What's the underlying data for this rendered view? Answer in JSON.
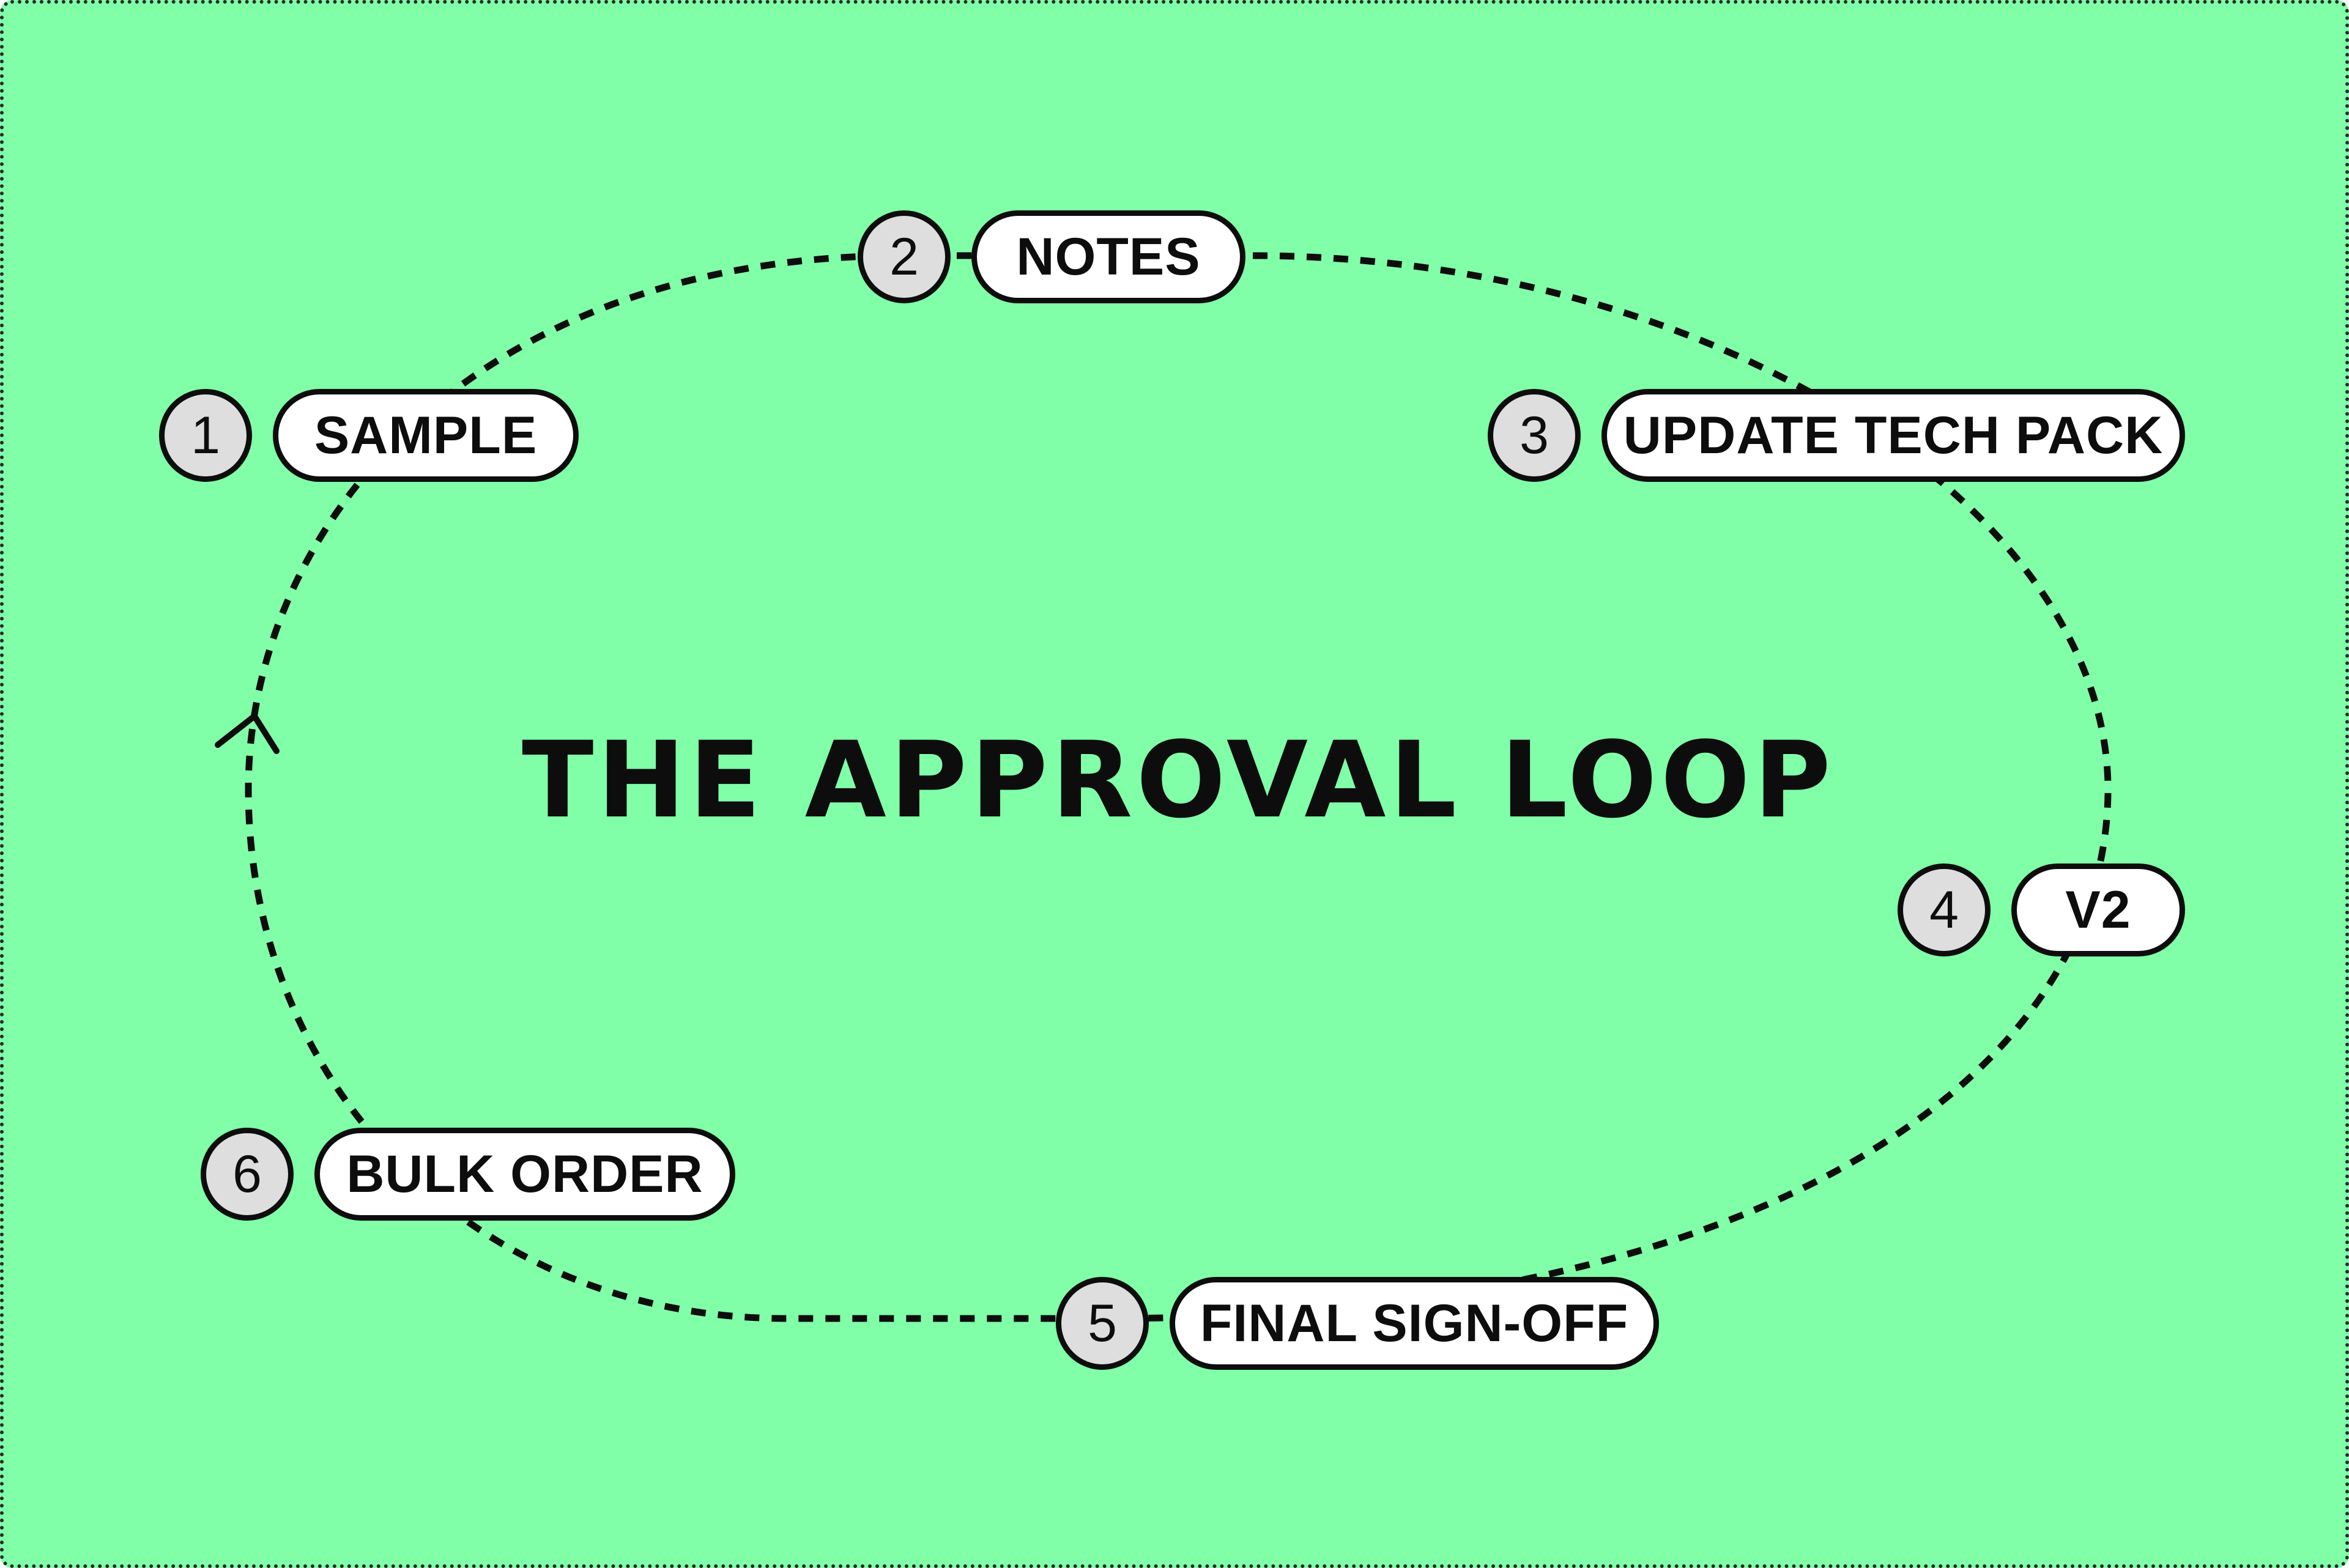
{
  "diagram": {
    "title": "THE APPROVAL LOOP",
    "steps": [
      {
        "number": "1",
        "label": "SAMPLE"
      },
      {
        "number": "2",
        "label": "NOTES"
      },
      {
        "number": "3",
        "label": "UPDATE TECH PACK"
      },
      {
        "number": "4",
        "label": "V2"
      },
      {
        "number": "5",
        "label": "FINAL SIGN-OFF"
      },
      {
        "number": "6",
        "label": "BULK ORDER"
      }
    ],
    "colors": {
      "background": "#80ffa8",
      "stroke": "#0d0d0d",
      "number_fill": "#dedede",
      "label_fill": "#ffffff"
    },
    "connector_style": "dashed loop with direction arrow"
  }
}
